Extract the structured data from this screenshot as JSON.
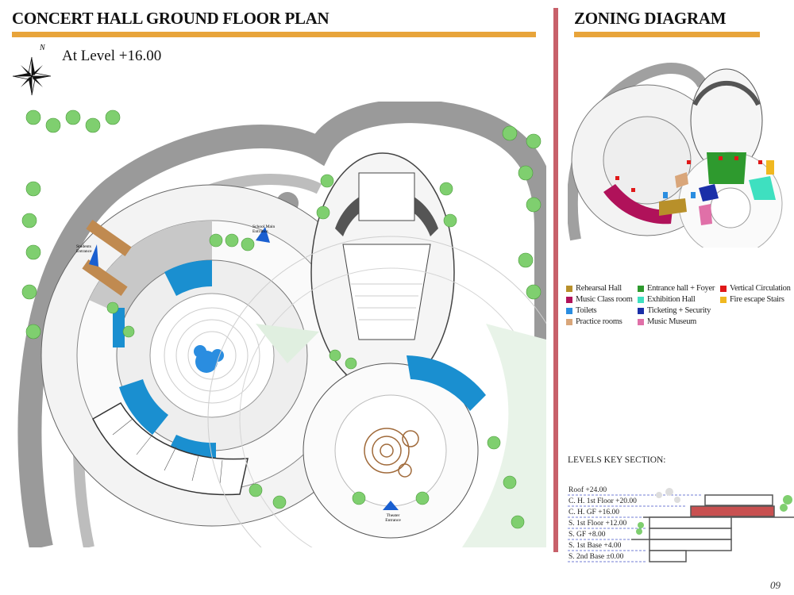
{
  "header": {
    "title": "CONCERT HALL GROUND FLOOR PLAN",
    "level_label": "At Level  +16.00",
    "north_label": "N"
  },
  "plan": {
    "entrances": [
      "Students Entrance",
      "School Main Entrance",
      "Theater Entrance"
    ]
  },
  "zoning": {
    "title": "ZONING DIAGRAM"
  },
  "legend": [
    {
      "label": "Rehearsal Hall",
      "color": "#b8902a"
    },
    {
      "label": "Music Class room",
      "color": "#b0125a"
    },
    {
      "label": "Toilets",
      "color": "#2a8de0"
    },
    {
      "label": "Practice rooms",
      "color": "#d9a67a"
    },
    {
      "label": "Entrance hall + Foyer",
      "color": "#2e9a2e"
    },
    {
      "label": "Exhibition Hall",
      "color": "#3ee0c0"
    },
    {
      "label": "Ticketing + Security",
      "color": "#1a2fa8"
    },
    {
      "label": "Music Museum",
      "color": "#e070a8"
    },
    {
      "label": "Vertical Circulation",
      "color": "#e01818"
    },
    {
      "label": "Fire escape Stairs",
      "color": "#f0b820"
    }
  ],
  "levels": {
    "title": "LEVELS KEY SECTION:",
    "items": [
      "Roof   +24.00",
      "C. H. 1st Floor   +20.00",
      "C. H. GF    +16.00",
      "S. 1st Floor   +12.00",
      "S. GF    +8.00",
      "S. 1st Base   +4.00",
      "S. 2nd Base   ±0.00"
    ]
  },
  "page_number": "09"
}
